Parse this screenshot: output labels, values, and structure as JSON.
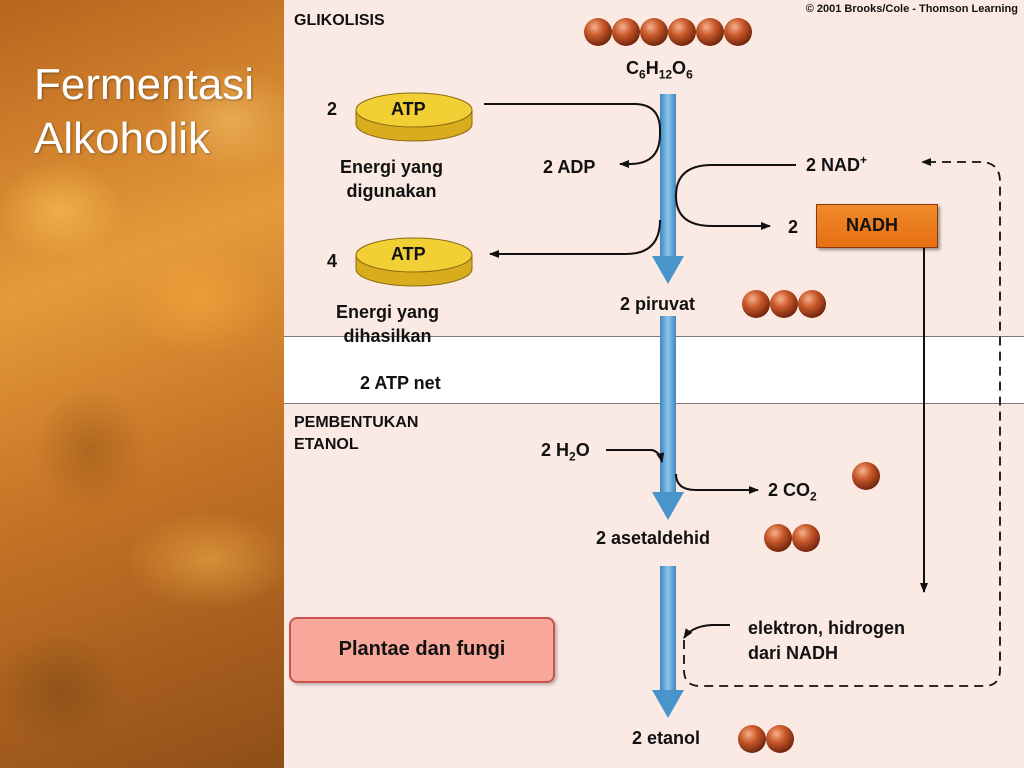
{
  "slide": {
    "title": "Fermentasi\nAlkoholik"
  },
  "credit": "© 2001 Brooks/Cole - Thomson Learning",
  "sections": {
    "glycolysis": "GLIKOLISIS",
    "ethanol_formation": "PEMBENTUKAN\nETANOL"
  },
  "glucose": {
    "formula_parts": [
      "C",
      "6",
      "H",
      "12",
      "O",
      "6"
    ]
  },
  "atp_used": {
    "count": "2",
    "label": "ATP",
    "caption": "Energi yang\ndigunakan"
  },
  "atp_made": {
    "count": "4",
    "label": "ATP",
    "caption": "Energi yang\ndihasilkan"
  },
  "adp": "2 ADP",
  "nad": {
    "text": "2 NAD",
    "charge": "+"
  },
  "nadh": {
    "count": "2",
    "label": "NADH"
  },
  "pyruvate": "2 piruvat",
  "net": "2 ATP net",
  "water": {
    "pre": "2 H",
    "sub": "2",
    "post": "O"
  },
  "co2": {
    "pre": "2 CO",
    "sub": "2"
  },
  "acetaldehyde": "2 asetaldehid",
  "electron_source": "elektron, hidrogen\ndari NADH",
  "ethanol": "2 etanol",
  "organisms": "Plantae dan fungi",
  "colors": {
    "arrow_blue": "#5fa6d6",
    "molecule": "#b5481e",
    "atp_gold": "#f3cf36",
    "nadh_orange": "#ea7a1c",
    "panel": "#fbe9e4"
  }
}
